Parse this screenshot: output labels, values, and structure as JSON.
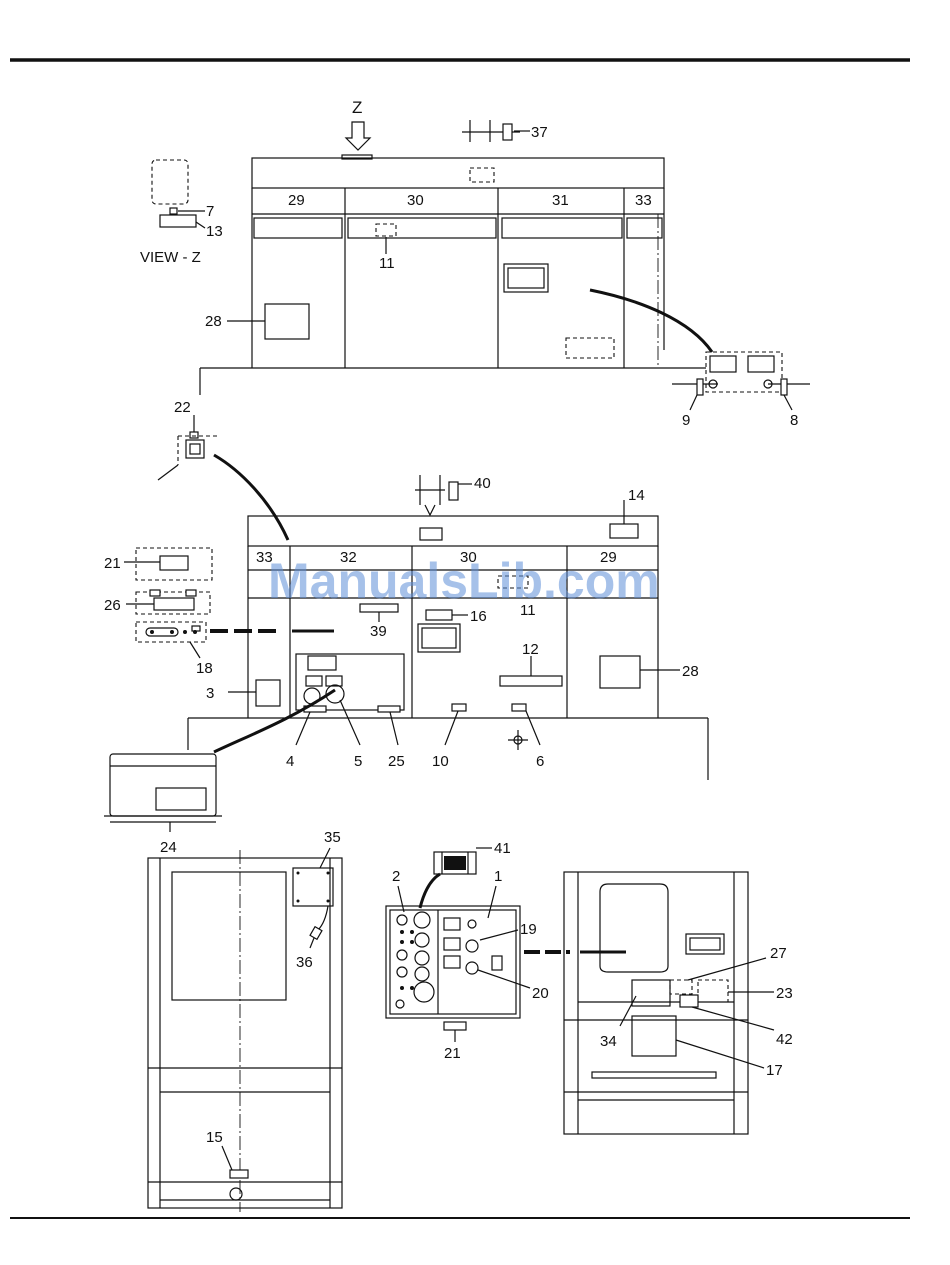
{
  "diagram": {
    "view_label": "VIEW - Z",
    "arrow_label": "Z",
    "watermark": "ManualsLib.com",
    "callouts": {
      "c1": "1",
      "c2": "2",
      "c3": "3",
      "c4": "4",
      "c5": "5",
      "c6": "6",
      "c7": "7",
      "c8": "8",
      "c9": "9",
      "c10": "10",
      "c11a": "11",
      "c11b": "11",
      "c12": "12",
      "c13": "13",
      "c14": "14",
      "c15": "15",
      "c16": "16",
      "c17": "17",
      "c18": "18",
      "c19": "19",
      "c20": "20",
      "c21a": "21",
      "c21b": "21",
      "c22": "22",
      "c23": "23",
      "c24": "24",
      "c25": "25",
      "c26": "26",
      "c27": "27",
      "c28a": "28",
      "c28b": "28",
      "c29a": "29",
      "c29b": "29",
      "c30a": "30",
      "c30b": "30",
      "c31": "31",
      "c32": "32",
      "c33a": "33",
      "c33b": "33",
      "c34": "34",
      "c35": "35",
      "c36": "36",
      "c37": "37",
      "c39": "39",
      "c40": "40",
      "c41": "41",
      "c42": "42"
    }
  }
}
